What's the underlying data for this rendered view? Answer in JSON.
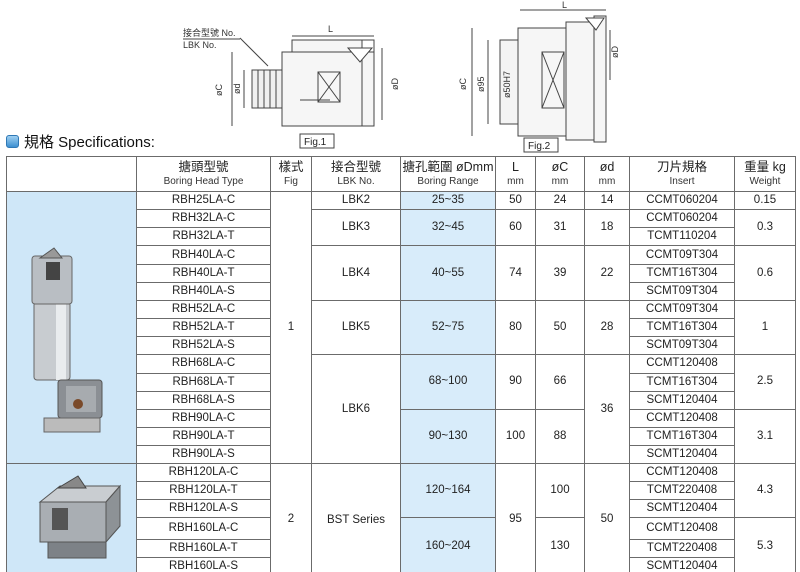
{
  "section_title": "規格 Specifications:",
  "figures": {
    "fig1_label": "Fig.1",
    "fig2_label": "Fig.2",
    "callout_zh": "接合型號 No.",
    "callout_en": "LBK No.",
    "dim_L": "L",
    "dim_C": "øC",
    "dim_d": "ød",
    "dim_D": "øD",
    "dim_95": "ø95",
    "dim_50": "ø50H7"
  },
  "table": {
    "headers": [
      {
        "zh": "",
        "en": ""
      },
      {
        "zh": "搪頭型號",
        "en": "Boring Head Type"
      },
      {
        "zh": "樣式",
        "en": "Fig"
      },
      {
        "zh": "接合型號",
        "en": "LBK No."
      },
      {
        "zh": "搪孔範圍 øDmm",
        "en": "Boring Range"
      },
      {
        "zh": "L",
        "en": "mm"
      },
      {
        "zh": "øC",
        "en": "mm"
      },
      {
        "zh": "ød",
        "en": "mm"
      },
      {
        "zh": "刀片規格",
        "en": "Insert"
      },
      {
        "zh": "重量 kg",
        "en": "Weight"
      }
    ],
    "types": [
      "RBH25LA-C",
      "RBH32LA-C",
      "RBH32LA-T",
      "RBH40LA-C",
      "RBH40LA-T",
      "RBH40LA-S",
      "RBH52LA-C",
      "RBH52LA-T",
      "RBH52LA-S",
      "RBH68LA-C",
      "RBH68LA-T",
      "RBH68LA-S",
      "RBH90LA-C",
      "RBH90LA-T",
      "RBH90LA-S",
      "RBH120LA-C",
      "RBH120LA-T",
      "RBH120LA-S",
      "RBH160LA-C",
      "RBH160LA-T",
      "RBH160LA-S"
    ],
    "inserts": [
      "CCMT060204",
      "CCMT060204",
      "TCMT110204",
      "CCMT09T304",
      "TCMT16T304",
      "SCMT09T304",
      "CCMT09T304",
      "TCMT16T304",
      "SCMT09T304",
      "CCMT120408",
      "TCMT16T304",
      "SCMT120404",
      "CCMT120408",
      "TCMT16T304",
      "SCMT120404",
      "CCMT120408",
      "TCMT220408",
      "SCMT120404",
      "CCMT120408",
      "TCMT220408",
      "SCMT120404"
    ],
    "fig": [
      "1",
      "2"
    ],
    "lbk": [
      "LBK2",
      "LBK3",
      "LBK4",
      "LBK5",
      "LBK6",
      "BST Series"
    ],
    "range": [
      "25~35",
      "32~45",
      "40~55",
      "52~75",
      "68~100",
      "90~130",
      "120~164",
      "160~204"
    ],
    "L": [
      "50",
      "60",
      "74",
      "80",
      "90",
      "100",
      "95"
    ],
    "C": [
      "24",
      "31",
      "39",
      "50",
      "66",
      "88",
      "100",
      "130"
    ],
    "d": [
      "14",
      "18",
      "22",
      "28",
      "36",
      "50"
    ],
    "weight": [
      "0.15",
      "0.3",
      "0.6",
      "1",
      "2.5",
      "3.1",
      "4.3",
      "5.3"
    ]
  }
}
